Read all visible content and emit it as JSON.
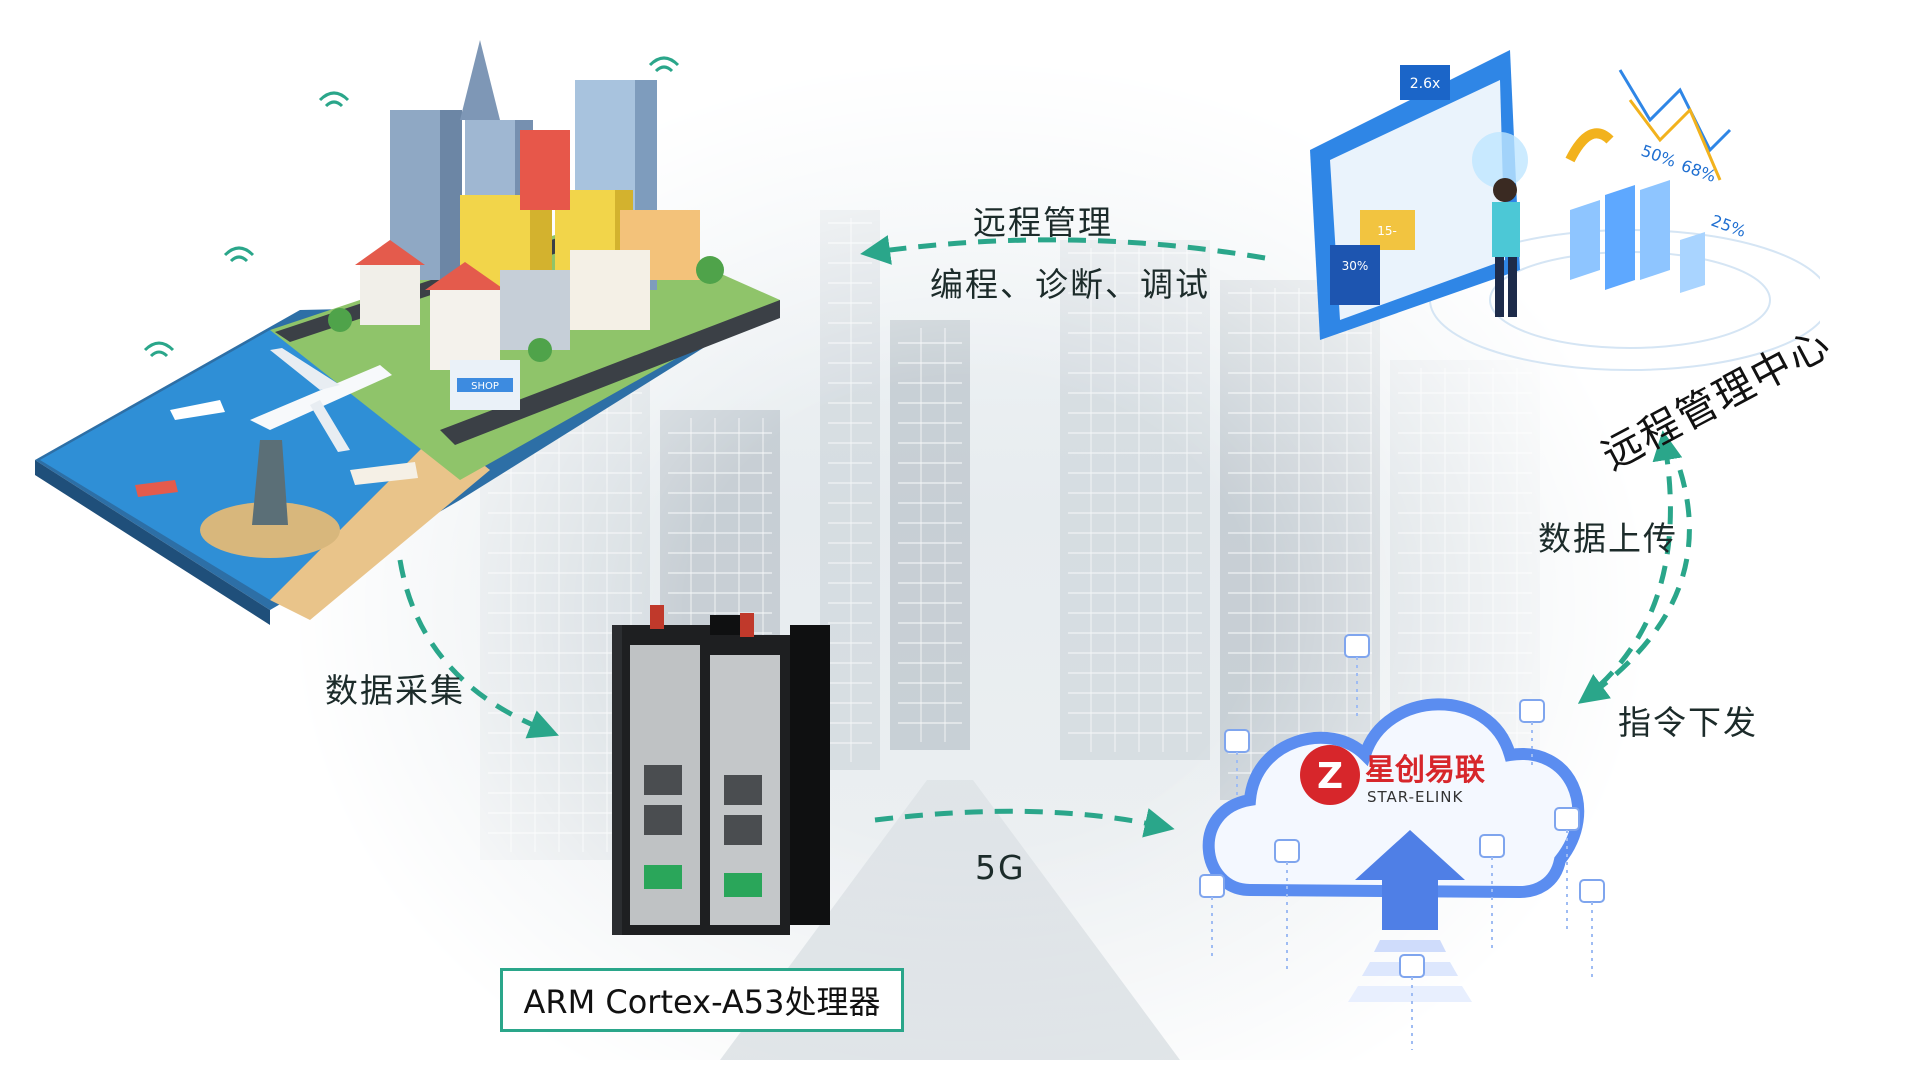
{
  "flow_labels": {
    "remote_mgmt": "远程管理",
    "remote_mgmt_sub": "编程、诊断、调试",
    "data_collect": "数据采集",
    "data_upload": "数据上传",
    "cmd_issue": "指令下发",
    "network": "5G",
    "center": "远程管理中心"
  },
  "device": {
    "processor_label": "ARM Cortex-A53处理器"
  },
  "cloud": {
    "brand_cn": "星创易联",
    "brand_en": "STAR-ELINK",
    "logo_glyph": "Z"
  },
  "dashboard": {
    "tag": "2.6x",
    "stat_a": "15-",
    "stat_b": "30%",
    "pct_1": "50%",
    "pct_2": "68%",
    "pct_3": "25%"
  },
  "city": {
    "shop_sign": "SHOP"
  },
  "colors": {
    "accent_green": "#2aa68a",
    "cloud_blue": "#5b8df0",
    "water_blue": "#2f8fd6",
    "brand_red": "#d7262b"
  },
  "icons": [
    "wifi-icon",
    "user-icon",
    "chat-icon",
    "monitor-icon",
    "download-icon",
    "document-icon",
    "refresh-icon",
    "bar-chart-icon",
    "signal-icon",
    "lock-icon",
    "upload-arrow-icon"
  ]
}
